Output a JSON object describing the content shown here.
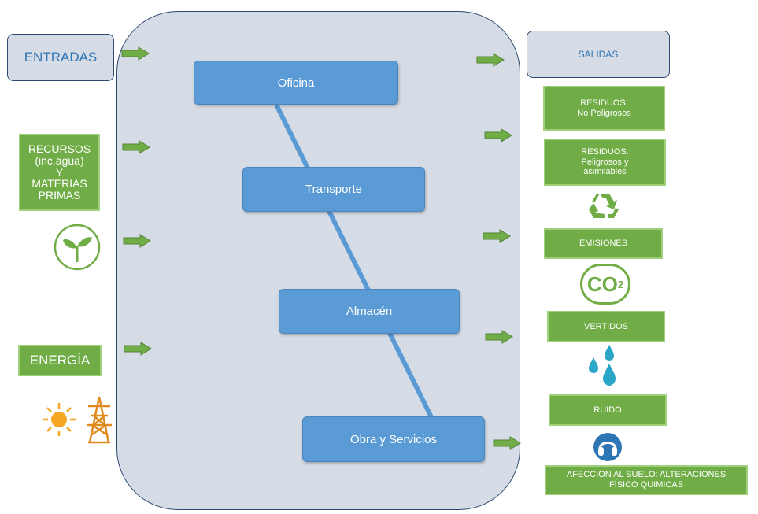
{
  "entradas": "ENTRADAS",
  "salidas": "SALIDAS",
  "inputs": {
    "recursos": "RECURSOS\n(inc.agua)\nY\nMATERIAS\nPRIMAS",
    "energia": "ENERGÍA"
  },
  "process": {
    "oficina": "Oficina",
    "transporte": "Transporte",
    "almacen": "Almacén",
    "obra": "Obra y Servicios"
  },
  "outputs": {
    "residuos_no_peligrosos": "RESIDUOS:\nNo Peligrosos",
    "residuos_peligrosos": "RESIDUOS:\nPeligrosos y\nasimilables",
    "emisiones": "EMISIONES",
    "co2": "CO",
    "co2_sup": "2",
    "vertidos": "VERTIDOS",
    "ruido": "RUIDO",
    "afeccion": "AFECCION AL SUELO: ALTERACIONES\nFÍSICO QUIMICAS"
  },
  "colors": {
    "panel": "#d6dce6",
    "border": "#2e4a72",
    "blue": "#5b9bd5",
    "green": "#70ad47",
    "text_blue": "#2e75b6"
  },
  "icons": [
    "arrow-right-icon",
    "sprout-icon",
    "sun-icon",
    "electric-tower-icon",
    "recycle-icon",
    "co2-icon",
    "water-drops-icon",
    "ear-protection-icon"
  ]
}
